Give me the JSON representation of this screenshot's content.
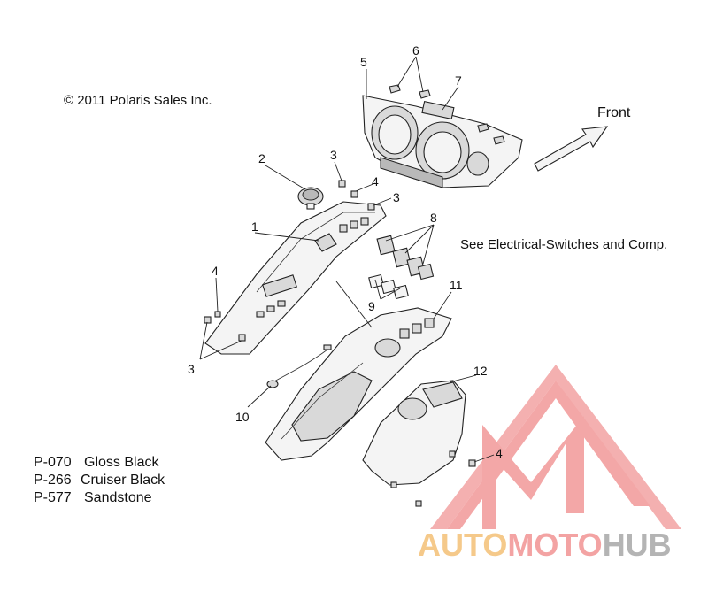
{
  "copyright": "© 2011 Polaris Sales Inc.",
  "direction_label": "Front",
  "electrical_note": "See Electrical-Switches and Comp.",
  "color_codes": [
    {
      "code": "P-070",
      "name": "Gloss Black"
    },
    {
      "code": "P-266",
      "name": "Cruiser Black"
    },
    {
      "code": "P-577",
      "name": "Sandstone"
    }
  ],
  "callouts": {
    "c1": "1",
    "c2": "2",
    "c3a": "3",
    "c3b": "3",
    "c3c": "3",
    "c4a": "4",
    "c4b": "4",
    "c4c": "4",
    "c5": "5",
    "c6": "6",
    "c7": "7",
    "c8": "8",
    "c9": "9",
    "c10": "10",
    "c11": "11",
    "c12": "12"
  },
  "watermark": {
    "part1": "AUTO",
    "part2": "MOTO",
    "part3": "HUB",
    "colors": {
      "logo": "#f3a3a3",
      "part1": "#f5c98a",
      "part2": "#f3a3a3",
      "part3": "#b4b4b4"
    }
  }
}
